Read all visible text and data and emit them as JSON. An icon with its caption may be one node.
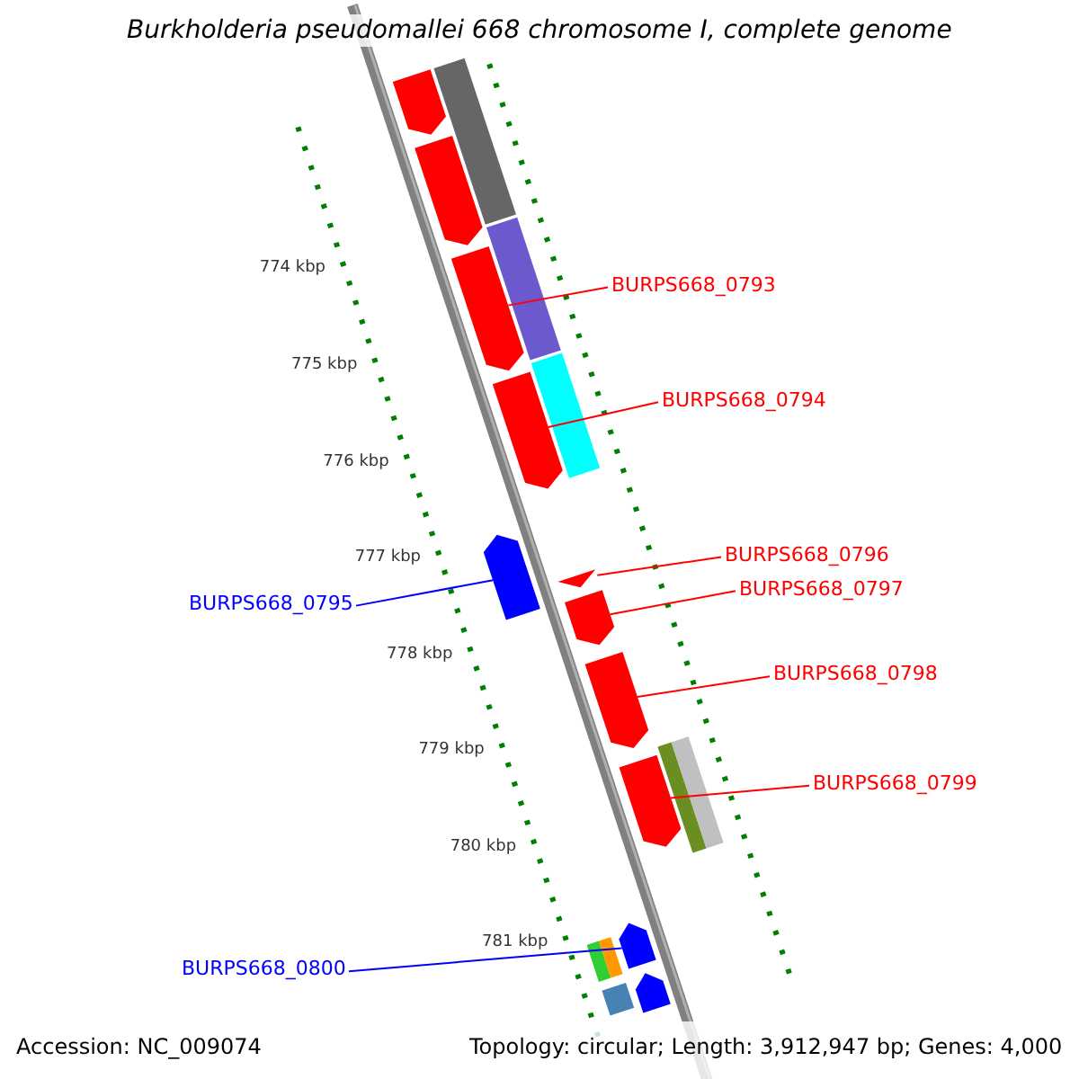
{
  "diagram": {
    "title": "Burkholderia pseudomallei 668 chromosome I, complete genome",
    "nodes": [
      {
        "text": [
          "BURPS668_0793"
        ]
      },
      {
        "text": [
          "BURPS668_0794"
        ]
      },
      {
        "text": [
          "BURPS668_0795"
        ]
      },
      {
        "text": [
          "BURPS668_0796"
        ]
      },
      {
        "text": [
          "BURPS668_0797"
        ]
      },
      {
        "text": [
          "BURPS668_0798"
        ]
      },
      {
        "text": [
          "BURPS668_0799"
        ]
      },
      {
        "text": [
          "BURPS668_0800"
        ]
      },
      {
        "text": [],
        "shape": "arrow"
      },
      {
        "text": [],
        "shape": "arrow"
      },
      {
        "text": [],
        "shape": "arrow"
      },
      {
        "text": [],
        "shape": "arrow"
      },
      {
        "text": [],
        "shape": "arrow"
      },
      {
        "text": [],
        "shape": "arrow"
      },
      {
        "text": [],
        "shape": "arrow"
      },
      {
        "text": [],
        "shape": "arrow"
      },
      {
        "text": [],
        "shape": "arrow"
      },
      {
        "text": [],
        "shape": "arrow"
      },
      {
        "text": [],
        "shape": "bar"
      },
      {
        "text": [],
        "shape": "bar"
      },
      {
        "text": [],
        "shape": "bar"
      },
      {
        "text": [],
        "shape": "bar"
      },
      {
        "text": [],
        "shape": "bar"
      },
      {
        "text": [],
        "shape": "bar"
      },
      {
        "text": [],
        "shape": "bar"
      },
      {
        "text": [],
        "shape": "bar"
      },
      {
        "text": [],
        "shape": "arrow"
      }
    ],
    "edges": [
      {
        "from": 0,
        "to": 8,
        "arrow": "none"
      },
      {
        "from": 1,
        "to": 9,
        "arrow": "none"
      },
      {
        "from": 2,
        "to": 10,
        "arrow": "none",
        "color": "#0000ff"
      },
      {
        "from": 3,
        "to": 11,
        "arrow": "none"
      },
      {
        "from": 4,
        "to": 12,
        "arrow": "none"
      },
      {
        "from": 5,
        "to": 13,
        "arrow": "none"
      },
      {
        "from": 6,
        "to": 14,
        "arrow": "none"
      },
      {
        "from": 7,
        "to": 15,
        "arrow": "none",
        "color": "#0000ff"
      }
    ],
    "labels": [
      "774 kbp",
      "775 kbp",
      "776 kbp",
      "777 kbp",
      "778 kbp",
      "779 kbp",
      "780 kbp",
      "781 kbp",
      "Accession: NC_009074",
      "Topology: circular; Length: 3,912,947 bp; Genes: 4,000"
    ]
  }
}
